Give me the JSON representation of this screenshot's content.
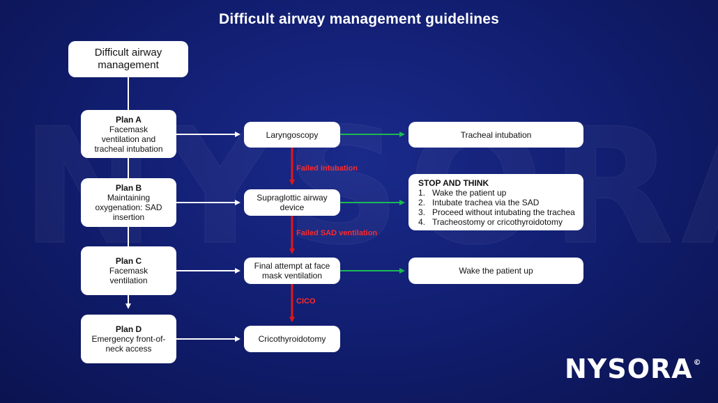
{
  "title": "Difficult airway management guidelines",
  "watermark": {
    "text": "NYSORA",
    "symbol": "©"
  },
  "start": "Difficult airway\nmanagement",
  "plans": [
    {
      "name": "Plan A",
      "desc": "Facemask\nventilation and\ntracheal intubation"
    },
    {
      "name": "Plan B",
      "desc": "Maintaining\noxygenation: SAD\ninsertion"
    },
    {
      "name": "Plan C",
      "desc": "Facemask\nventilation"
    },
    {
      "name": "Plan D",
      "desc": "Emergency front-of-\nneck access"
    }
  ],
  "steps": [
    "Laryngoscopy",
    "Supraglottic airway\ndevice",
    "Final attempt at face\nmask ventilation",
    "Cricothyroidotomy"
  ],
  "outcomes": {
    "a": "Tracheal intubation",
    "c": "Wake the patient up"
  },
  "stop_and_think": {
    "title": "STOP AND THINK",
    "items": [
      {
        "num": "1.",
        "text": "Wake the patient up"
      },
      {
        "num": "2.",
        "text": "Intubate trachea via the SAD"
      },
      {
        "num": "3.",
        "text": "Proceed without intubating the trachea"
      },
      {
        "num": "4.",
        "text": "Tracheostomy or cricothyroidotomy"
      }
    ]
  },
  "failure_labels": [
    "Failed intubation",
    "Failed SAD ventilation",
    "CICO"
  ],
  "colors": {
    "background": "#121f73",
    "white_arrow": "#ffffff",
    "success_arrow": "#1db954",
    "failure_arrow": "#e01818"
  },
  "logo": {
    "text": "NYSORA",
    "symbol": "©"
  }
}
